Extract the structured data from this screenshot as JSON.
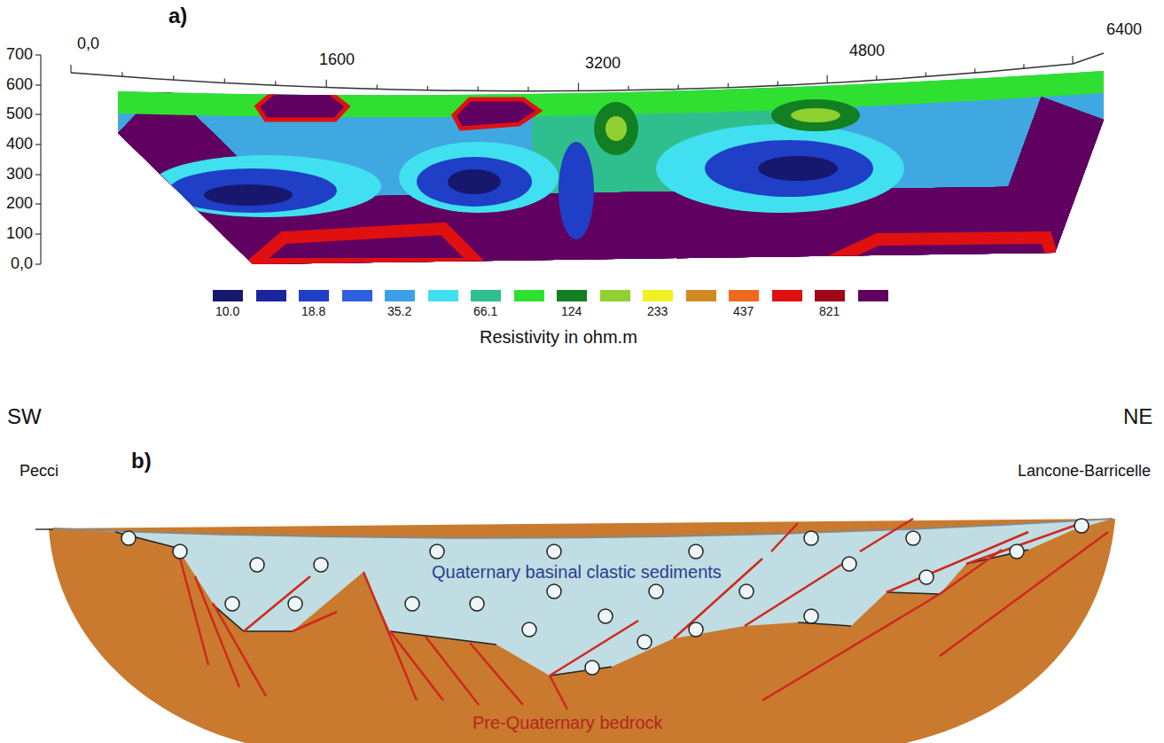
{
  "diagram": {
    "nodes": [
      {
        "text": [
          "Quaternary basinal clastic sediments"
        ]
      },
      {
        "text": [
          "Pre-Quaternary bedrock"
        ]
      }
    ],
    "labels": [
      "a)",
      "0,0",
      "1600",
      "3200",
      "4800",
      "6400",
      "700",
      "600",
      "500",
      "400",
      "300",
      "200",
      "100",
      "0,0",
      "Resistivity in ohm.m",
      "SW",
      "NE",
      "b)",
      "Pecci",
      "Lancone-Barricelle"
    ],
    "legend": [
      {
        "text": "10.0",
        "color": "#17176e"
      },
      {
        "text": "18.8",
        "color": "#1f3fc6"
      },
      {
        "text": "35.2",
        "color": "#3ba0e8"
      },
      {
        "text": "66.1",
        "color": "#2fbf8f"
      },
      {
        "text": "124",
        "color": "#127f22"
      },
      {
        "text": "233",
        "color": "#f2ef22"
      },
      {
        "text": "437",
        "color": "#ef6a1f"
      },
      {
        "text": "821",
        "color": "#a0081a"
      }
    ]
  }
}
